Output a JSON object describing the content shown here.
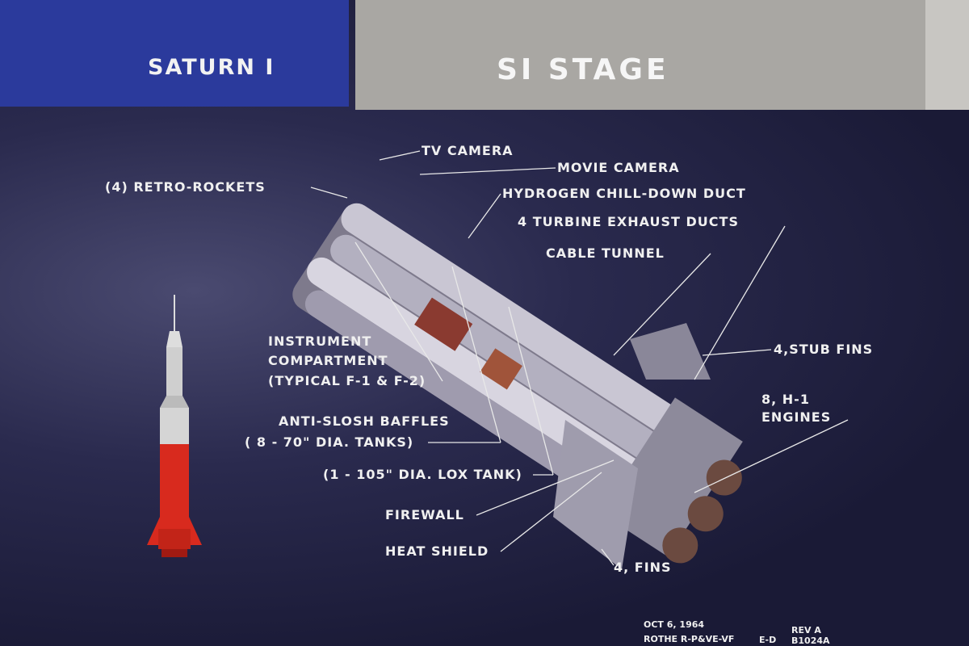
{
  "header": {
    "left_title": "SATURN I",
    "right_title": "SI STAGE"
  },
  "labels": {
    "tv_camera": "TV CAMERA",
    "movie_camera": "MOVIE CAMERA",
    "retro_rockets": "(4) RETRO-ROCKETS",
    "hydrogen_duct": "HYDROGEN CHILL-DOWN DUCT",
    "turbine_ducts": "4 TURBINE EXHAUST DUCTS",
    "cable_tunnel": "CABLE TUNNEL",
    "instrument_1": "INSTRUMENT",
    "instrument_2": "COMPARTMENT",
    "instrument_3": "(TYPICAL F-1 & F-2)",
    "stub_fins": "4,STUB FINS",
    "engines_1": "8, H-1",
    "engines_2": "ENGINES",
    "baffles_1": "ANTI-SLOSH BAFFLES",
    "baffles_2": "( 8 - 70\" DIA. TANKS)",
    "lox_tank": "(1 - 105\" DIA. LOX TANK)",
    "firewall": "FIREWALL",
    "heat_shield": "HEAT SHIELD",
    "fins": "4, FINS"
  },
  "footer": {
    "date": "OCT 6, 1964",
    "author": "ROTHE R-P&VE-VF",
    "dept": "E-D",
    "rev": "REV A",
    "code": "B1024A"
  },
  "colors": {
    "blue_band": "#2b3a9c",
    "gray_band": "#a9a7a3",
    "rocket_red": "#d82a1e"
  }
}
